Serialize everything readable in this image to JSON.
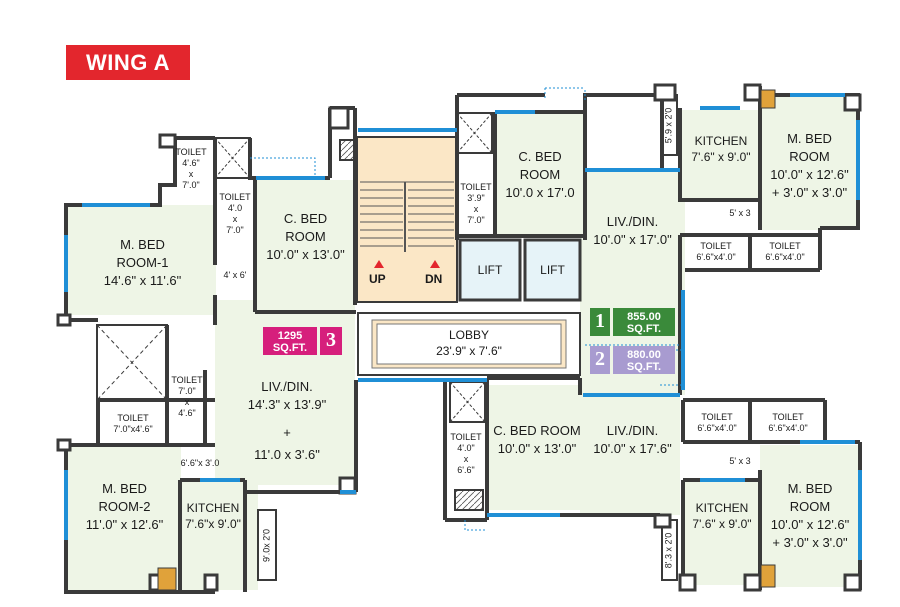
{
  "wing_title": "WING A",
  "colors": {
    "wall": "#3a3a3a",
    "window": "#1f8fd6",
    "floor_tint": "#eef5e6",
    "stair_tint": "#fbe7c6",
    "lift_tint": "#e6f3f8",
    "wing_badge": "#e3262d",
    "flat1_badge": "#3a8a3a",
    "flat2_badge": "#a89bd0",
    "flat3_badge": "#d61f7c"
  },
  "flats": {
    "flat1": {
      "number": "1",
      "area_line1": "855.00",
      "area_line2": "SQ.FT."
    },
    "flat2": {
      "number": "2",
      "area_line1": "880.00",
      "area_line2": "SQ.FT."
    },
    "flat3": {
      "number": "3",
      "area_line1": "1295",
      "area_line2": "SQ.FT."
    }
  },
  "core": {
    "lobby": {
      "name": "LOBBY",
      "dim": "23'.9\" x 7'.6\""
    },
    "lift1": "LIFT",
    "lift2": "LIFT",
    "up": "UP",
    "dn": "DN"
  },
  "rooms": {
    "west": {
      "toilet_top": {
        "name": "TOILET",
        "l1": "4'.6\"",
        "l2": "x",
        "l3": "7'.0\""
      },
      "toilet_small": {
        "name": "TOILET",
        "l1": "4'.0",
        "l2": "x",
        "l3": "7'.0\""
      },
      "mbed1": {
        "name1": "M. BED",
        "name2": "ROOM-1",
        "dim": "14'.6\" x 11'.6\""
      },
      "cbed": {
        "name1": "C. BED",
        "name2": "ROOM",
        "dim": "10'.0\" x 13'.0\""
      },
      "passage": "4' x 6'",
      "toilet_mid": {
        "name": "TOILET",
        "l1": "7'.0\"",
        "l2": "x",
        "l3": "4'.6\""
      },
      "toilet_low": {
        "name": "TOILET",
        "dim": "7'.0\"x4'.6\""
      },
      "livdin": {
        "name": "LIV./DIN.",
        "dim1": "14'.3\" x 13'.9\"",
        "plus": "+",
        "dim2": "11'.0 x 3'.6\""
      },
      "small_dim": "6'.6\"x 3'.0",
      "mbed2": {
        "name1": "M. BED",
        "name2": "ROOM-2",
        "dim": "11'.0\" x 12'.6\""
      },
      "kitchen": {
        "name": "KITCHEN",
        "dim": "7'.6\"x 9'.0\""
      },
      "balcony": "9'.0x 2'0"
    },
    "ne": {
      "cbed": {
        "name1": "C. BED",
        "name2": "ROOM",
        "dim": "10'.0 x 17'.0"
      },
      "toilet": {
        "name": "TOILET",
        "l1": "3'.9\"",
        "l2": "x",
        "l3": "7'.0\""
      },
      "livdin": {
        "name": "LIV./DIN.",
        "dim": "10'.0\" x 17'.0\""
      },
      "kitchen": {
        "name": "KITCHEN",
        "dim": "7'.6\" x 9'.0\""
      },
      "balcony": "5'.9 x 2'0",
      "mbed": {
        "name1": "M. BED",
        "name2": "ROOM",
        "dim1": "10'.0\" x  12'.6\"",
        "dim2": "+ 3'.0\" x 3'.0\""
      },
      "passage": "5' x 3",
      "toilet_a": {
        "name": "TOILET",
        "dim": "6'.6\"x4'.0\""
      },
      "toilet_b": {
        "name": "TOILET",
        "dim": "6'.6\"x4'.0\""
      }
    },
    "se": {
      "toilet_a": {
        "name": "TOILET",
        "dim": "6'.6\"x4'.0\""
      },
      "toilet_b": {
        "name": "TOILET",
        "dim": "6'.6\"x4'.0\""
      },
      "cbed": {
        "name": "C. BED ROOM",
        "dim": "10'.0\" x 13'.0\""
      },
      "livdin": {
        "name": "LIV./DIN.",
        "dim": "10'.0\" x 17'.6\""
      },
      "toilet_small": {
        "name": "TOILET",
        "l1": "4'.0\"",
        "l2": "x",
        "l3": "6'.6\""
      },
      "passage": "5' x 3",
      "kitchen": {
        "name": "KITCHEN",
        "dim": "7'.6\" x 9'.0\""
      },
      "balcony": "8'.3 x 2'0",
      "mbed": {
        "name1": "M. BED",
        "name2": "ROOM",
        "dim1": "10'.0\" x  12'.6\"",
        "dim2": "+ 3'.0\" x 3'.0\""
      }
    }
  }
}
